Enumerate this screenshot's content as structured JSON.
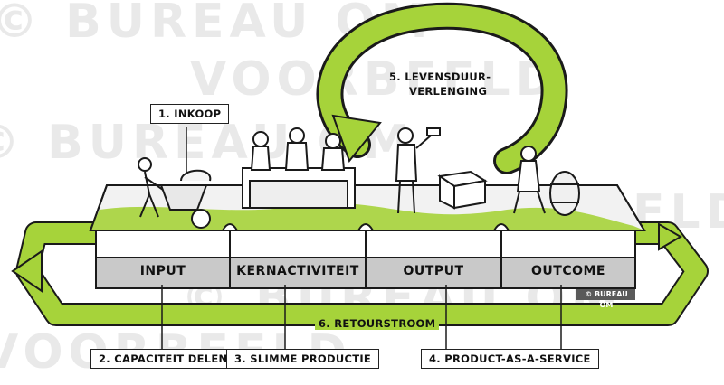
{
  "watermark": {
    "text": [
      "© BUREAU OM",
      "VOORBEELD",
      "© BUREAU OM",
      "VOORBEELD",
      "© BUREAU OM",
      "VOORBEELD"
    ]
  },
  "stages": [
    "INPUT",
    "KERNACTIVITEIT",
    "OUTPUT",
    "OUTCOME"
  ],
  "labels": {
    "inkoop": "1. INKOOP",
    "capaciteit": "2. CAPACITEIT DELEN",
    "productie": "3. SLIMME PRODUCTIE",
    "service": "4. PRODUCT-AS-A-SERVICE",
    "levensduur_line1": "5. LEVENSDUUR-",
    "levensduur_line2": "VERLENGING",
    "retourstroom": "6. RETOURSTROOM"
  },
  "copyright": "© BUREAU OM",
  "colors": {
    "accent_green": "#a6d33a",
    "dark_green": "#6f9a1a",
    "stage_gray": "#c9c9c9",
    "ink": "#1a1a1a"
  }
}
